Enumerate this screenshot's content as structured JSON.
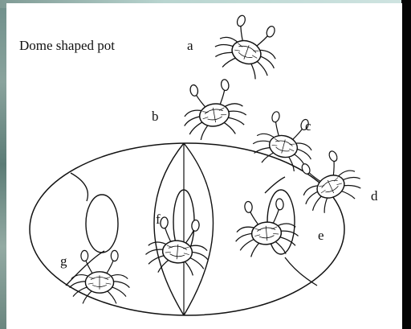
{
  "title": "Dome shaped pot",
  "labels": {
    "a": "a",
    "b": "b",
    "c": "c",
    "d": "d",
    "e": "e",
    "f": "f",
    "g": "g"
  },
  "icons": [
    "crab-icon"
  ],
  "colors": {
    "line": "#111111",
    "paper": "#ffffff",
    "frame": "#000000"
  }
}
